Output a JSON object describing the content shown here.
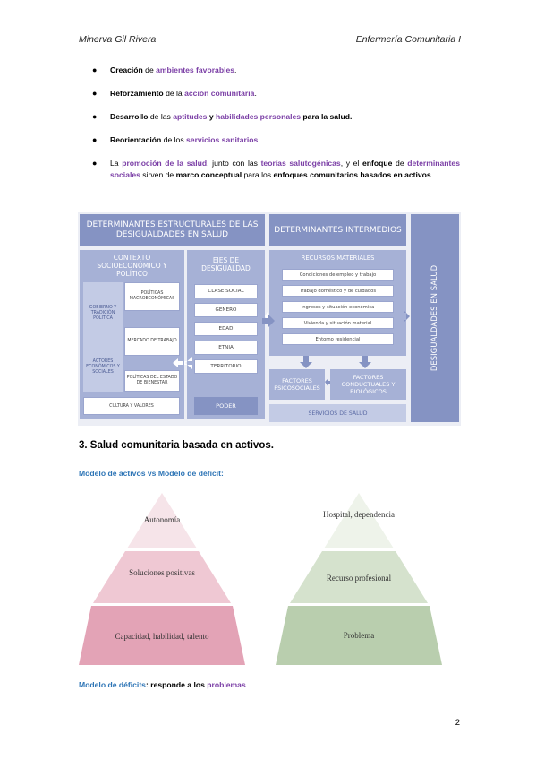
{
  "header": {
    "author": "Minerva Gil Rivera",
    "course": "Enfermería Comunitaria I"
  },
  "bullets": [
    [
      {
        "t": "Creación",
        "s": "b"
      },
      {
        "t": " de ",
        "s": ""
      },
      {
        "t": "ambientes favorables",
        "s": "p"
      },
      {
        "t": ".",
        "s": ""
      }
    ],
    [
      {
        "t": "Reforzamiento",
        "s": "b"
      },
      {
        "t": " de la ",
        "s": ""
      },
      {
        "t": "acción comunitaria",
        "s": "p"
      },
      {
        "t": ".",
        "s": ""
      }
    ],
    [
      {
        "t": "Desarrollo",
        "s": "b"
      },
      {
        "t": " de las ",
        "s": ""
      },
      {
        "t": "aptitudes",
        "s": "p"
      },
      {
        "t": " y ",
        "s": "b"
      },
      {
        "t": "habilidades personales",
        "s": "p"
      },
      {
        "t": " para la salud.",
        "s": "b"
      }
    ],
    [
      {
        "t": "Reorientación",
        "s": "b"
      },
      {
        "t": " de los ",
        "s": ""
      },
      {
        "t": "servicios sanitarios",
        "s": "p"
      },
      {
        "t": ".",
        "s": ""
      }
    ],
    [
      {
        "t": "La ",
        "s": ""
      },
      {
        "t": "promoción de la salud",
        "s": "p"
      },
      {
        "t": ", junto con las ",
        "s": ""
      },
      {
        "t": "teorías salutogénicas",
        "s": "p"
      },
      {
        "t": ", y el ",
        "s": ""
      },
      {
        "t": "enfoque",
        "s": "b"
      },
      {
        "t": " de ",
        "s": ""
      },
      {
        "t": "determinantes sociales",
        "s": "p"
      },
      {
        "t": " sirven de ",
        "s": ""
      },
      {
        "t": "marco conceptual",
        "s": "b"
      },
      {
        "t": " para los ",
        "s": ""
      },
      {
        "t": "enfoques comunitarios basados en activos",
        "s": "b"
      },
      {
        "t": ".",
        "s": ""
      }
    ]
  ],
  "diagram": {
    "structural_title": "DETERMINANTES ESTRUCTURALES DE LAS DESIGUALDADES EN SALUD",
    "context_title": "CONTEXTO SOCIOECONÓMICO Y POLÍTICO",
    "gobierno": "GOBIERNO Y TRADICIÓN POLÍTICA",
    "actores": "ACTORES ECONÓMICOS Y SOCIALES",
    "politicas_macro": "POLÍTICAS MACROECONÓMICAS",
    "mercado": "MERCADO DE TRABAJO",
    "politicas_estado": "POLÍTICAS DEL ESTADO DE BIENESTAR",
    "cultura": "CULTURA Y VALORES",
    "ejes_title": "EJES DE DESIGUALDAD",
    "ejes": [
      "CLASE SOCIAL",
      "GÉNERO",
      "EDAD",
      "ETNIA",
      "TERRITORIO"
    ],
    "poder": "PODER",
    "intermedios_title": "DETERMINANTES INTERMEDIOS",
    "recursos_title": "RECURSOS MATERIALES",
    "recursos": [
      "Condiciones de empleo y trabajo",
      "Trabajo doméstico y de cuidados",
      "Ingresos y situación económica",
      "Vivienda y situación material",
      "Entorno residencial"
    ],
    "psicosociales": "FACTORES PSICOSOCIALES",
    "conductuales": "FACTORES CONDUCTUALES Y BIOLÓGICOS",
    "servicios": "SERVICIOS DE SALUD",
    "desigualdades": "DESIGUALDADES EN SALUD"
  },
  "section": {
    "title": "3. Salud comunitaria basada en activos.",
    "subtitle": "Modelo de activos vs Modelo de déficit:"
  },
  "pyramids": {
    "activos": {
      "levels": [
        "Autonomía",
        "Soluciones positivas",
        "Capacidad, habilidad, talento"
      ],
      "colors": [
        "#f6e4e9",
        "#efc8d3",
        "#e3a3b6"
      ]
    },
    "deficit": {
      "levels": [
        "Hospital, dependencia",
        "Recurso profesional",
        "Problema"
      ],
      "colors": [
        "#eef3ea",
        "#d5e2cd",
        "#b9ceae"
      ]
    }
  },
  "footer": [
    {
      "t": "Modelo de déficits",
      "s": "blue"
    },
    {
      "t": ": responde a los ",
      "s": "b"
    },
    {
      "t": "problemas",
      "s": "p"
    },
    {
      "t": ".",
      "s": ""
    }
  ],
  "page_number": "2"
}
